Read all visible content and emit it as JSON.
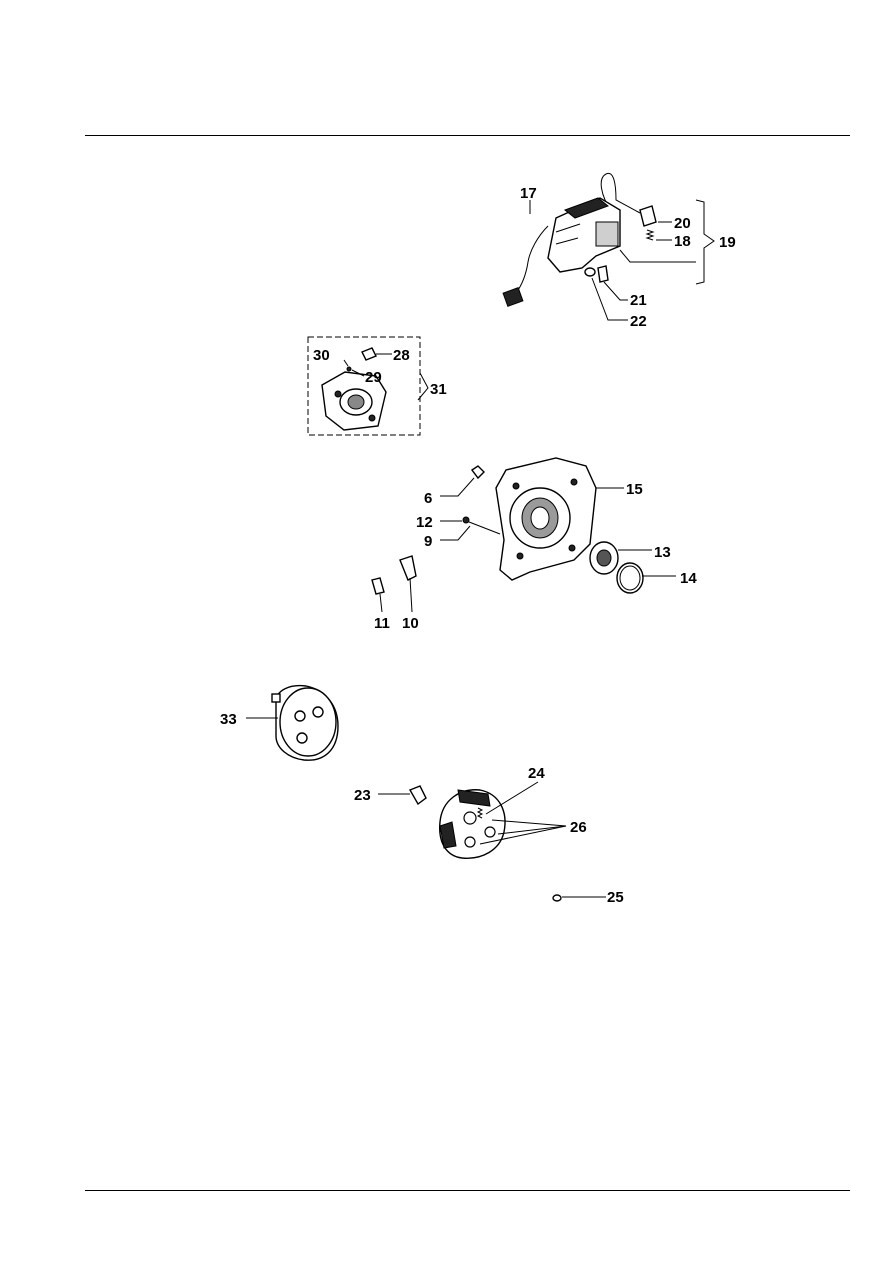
{
  "callouts": {
    "c17": "17",
    "c20": "20",
    "c18": "18",
    "c19": "19",
    "c21": "21",
    "c22": "22",
    "c30": "30",
    "c28": "28",
    "c29": "29",
    "c31": "31",
    "c6": "6",
    "c15": "15",
    "c12": "12",
    "c9": "9",
    "c13": "13",
    "c14": "14",
    "c11": "11",
    "c10": "10",
    "c33": "33",
    "c24": "24",
    "c23": "23",
    "c26": "26",
    "c25": "25"
  }
}
